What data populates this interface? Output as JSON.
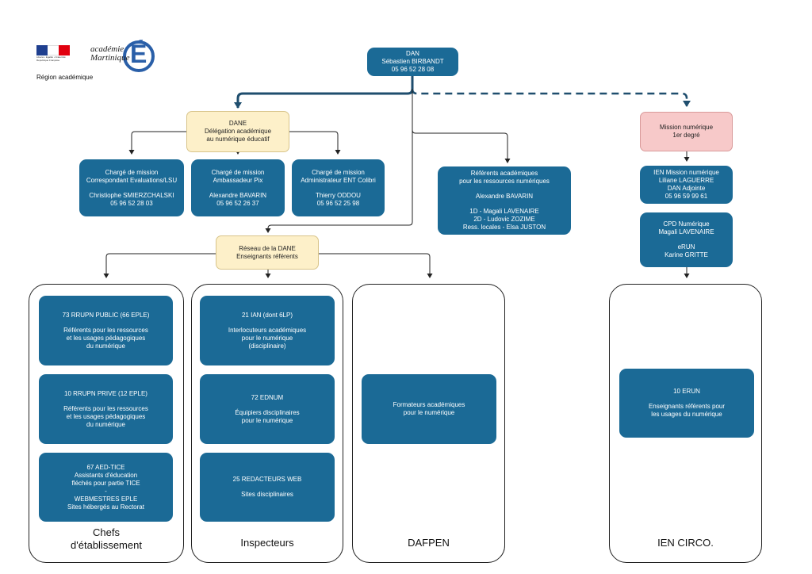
{
  "header": {
    "republique_text": [
      "Liberté • Égalité • Fraternité",
      "République Française"
    ],
    "academie_line1": "académie",
    "academie_line2": "Martinique",
    "academie_letter": "É",
    "region": "Région académique"
  },
  "dan": {
    "lines": [
      "DAN",
      "Sébastien BIRBANDT",
      "05 96 52 28 08"
    ]
  },
  "dane": {
    "lines": [
      "DANE",
      "Délégation académique",
      "au numérique éducatif"
    ]
  },
  "charges": [
    {
      "lines": [
        "Chargé de mission",
        "Correspondant Evaluations/LSU",
        "",
        "Christiophe SMIERZCHALSKI",
        "05 96 52 28 03"
      ]
    },
    {
      "lines": [
        "Chargé de mission",
        "Ambassadeur Pix",
        "",
        "Alexandre BAVARIN",
        "05 96 52 26 37"
      ]
    },
    {
      "lines": [
        "Chargé de mission",
        "Administrateur ENT Colibri",
        "",
        "Thierry ODDOU",
        "05 96 52 25 98"
      ]
    }
  ],
  "referents": {
    "lines": [
      "Référents académiques",
      "pour les ressources numériques",
      "",
      "Alexandre BAVARIN",
      "",
      "1D - Magali LAVENAIRE",
      "2D - Ludovic ZOZIME",
      "Ress. locales - Elsa JUSTON"
    ]
  },
  "mission": {
    "lines": [
      "Mission numérique",
      "1er degré"
    ]
  },
  "ien": {
    "lines": [
      "IEN Mission numérique",
      "Liliane LAGUERRE",
      "DAN Adjointe",
      "05 96 59 99 61"
    ]
  },
  "cpd": {
    "lines": [
      "CPD Numérique",
      "Magali LAVENAIRE",
      "",
      "eRUN",
      "Karine GRITTE"
    ]
  },
  "reseau": {
    "lines": [
      "Réseau de la DANE",
      "",
      "Enseignants référents"
    ]
  },
  "groups": {
    "chefs": {
      "label": [
        "Chefs",
        "d'établissement"
      ],
      "boxes": [
        {
          "lines": [
            "73 RRUPN PUBLIC (66 EPLE)",
            "",
            "Référents pour les ressources",
            "et les usages pédagogiques",
            "du numérique"
          ]
        },
        {
          "lines": [
            "10 RRUPN PRIVE (12 EPLE)",
            "",
            "Référents pour les ressources",
            "et les usages pédagogiques",
            "du numérique"
          ]
        },
        {
          "lines": [
            "67 AED-TICE",
            "Assistants d'éducation",
            "fléchés pour partie TICE",
            "-",
            "WEBMESTRES EPLE",
            "Sites hébergés au Rectorat"
          ]
        }
      ]
    },
    "inspecteurs": {
      "label": [
        "Inspecteurs"
      ],
      "boxes": [
        {
          "lines": [
            "21 IAN (dont 6LP)",
            "",
            "Interlocuteurs académiques",
            "pour le numérique",
            "(disciplinaire)"
          ]
        },
        {
          "lines": [
            "72 EDNUM",
            "",
            "Équipiers disciplinaires",
            "pour le numérique"
          ]
        },
        {
          "lines": [
            "25 REDACTEURS WEB",
            "",
            "Sites disciplinaires"
          ]
        }
      ]
    },
    "dafpen": {
      "label": [
        "DAFPEN"
      ],
      "boxes": [
        {
          "lines": [
            "Formateurs académiques",
            "pour le numérique"
          ]
        }
      ]
    },
    "ien_circo": {
      "label": [
        "IEN CIRCO."
      ],
      "boxes": [
        {
          "lines": [
            "10 ERUN",
            "",
            "Enseignants référents pour",
            "les usages du numérique"
          ]
        }
      ]
    }
  },
  "colors": {
    "box": "#1b6a96",
    "line_main": "#1f4e6e",
    "yellow": "#fdf0c9",
    "pink": "#f7c9c9"
  }
}
